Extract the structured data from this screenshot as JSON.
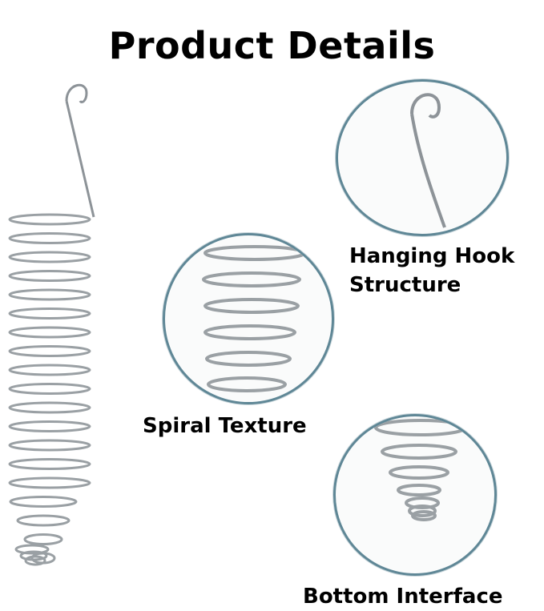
{
  "title": "Product Details",
  "captions": {
    "hook_line1": "Hanging Hook",
    "hook_line2": "Structure",
    "spiral": "Spiral Texture",
    "bottom": "Bottom Interface"
  },
  "colors": {
    "background": "#ffffff",
    "text": "#000000",
    "circle_border": "#5f8796",
    "metal": "#9aa0a4"
  }
}
